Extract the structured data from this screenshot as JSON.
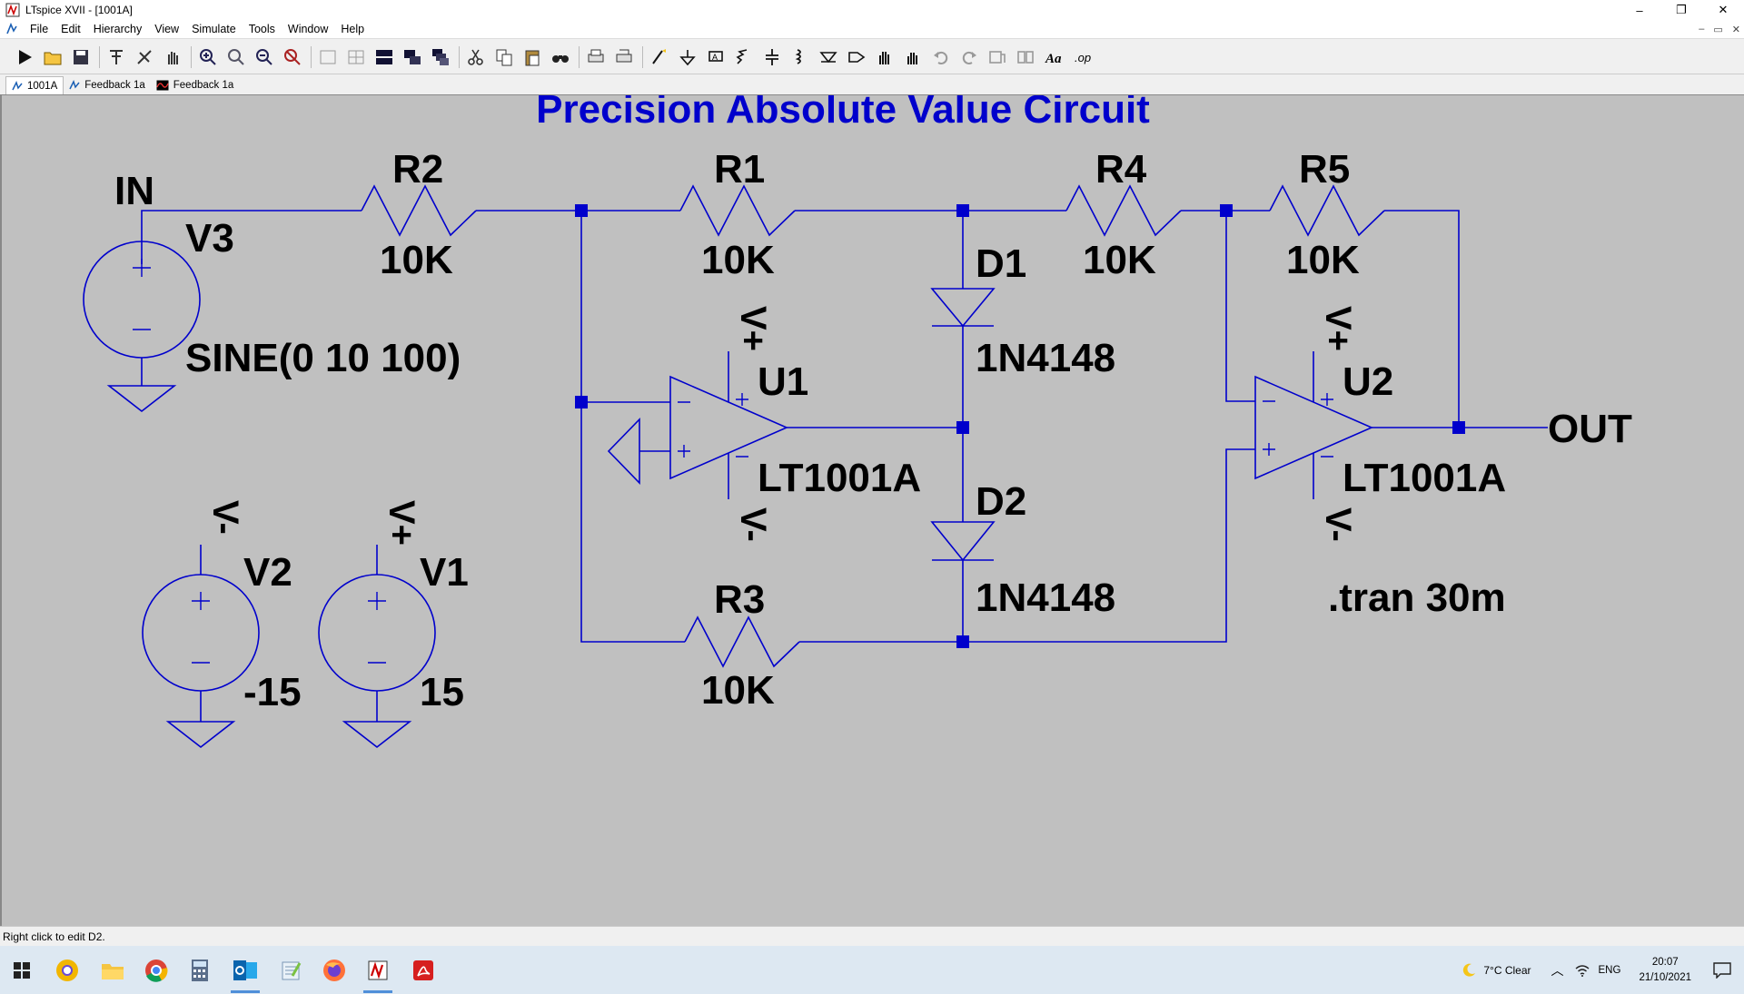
{
  "window": {
    "title": "LTspice XVII - [1001A]",
    "minimize": "–",
    "restore": "❐",
    "close": "✕"
  },
  "menu": [
    "File",
    "Edit",
    "Hierarchy",
    "View",
    "Simulate",
    "Tools",
    "Window",
    "Help"
  ],
  "mdi": {
    "minimize": "–",
    "restore": "▭",
    "close": "✕"
  },
  "toolbar": [
    "run-icon",
    "open-icon",
    "save-icon",
    "control-panel-icon",
    "halt-icon",
    "pan-icon",
    "zoom-in-icon",
    "zoom-area-icon",
    "zoom-out-icon",
    "zoom-fit-icon",
    "autorange-icon",
    "grid-icon",
    "tile-horizontal-icon",
    "tile-vertical-icon",
    "cascade-icon",
    "cut-icon",
    "copy-icon",
    "paste-icon",
    "find-icon",
    "print-icon",
    "print-preview-icon",
    "wire-icon",
    "ground-icon",
    "label-net-icon",
    "resistor-icon",
    "capacitor-icon",
    "inductor-icon",
    "diode-icon",
    "component-icon",
    "move-icon",
    "drag-icon",
    "undo-icon",
    "redo-icon",
    "rotate-icon",
    "mirror-icon",
    "text-icon",
    "spice-directive-icon"
  ],
  "tabs": [
    {
      "label": "1001A",
      "icon": "schematic-icon",
      "active": true
    },
    {
      "label": "Feedback 1a",
      "icon": "schematic-icon",
      "active": false
    },
    {
      "label": "Feedback 1a",
      "icon": "waveform-icon",
      "active": false
    }
  ],
  "schematic": {
    "title": "Precision Absolute Value Circuit",
    "labels": {
      "in_net": "IN",
      "out_net": "OUT",
      "V3_name": "V3",
      "V3_value": "SINE(0 10 100)",
      "V2_name": "V2",
      "V2_value": "-15",
      "V1_name": "V1",
      "V1_value": "15",
      "R1_name": "R1",
      "R1_value": "10K",
      "R2_name": "R2",
      "R2_value": "10K",
      "R3_name": "R3",
      "R3_value": "10K",
      "R4_name": "R4",
      "R4_value": "10K",
      "R5_name": "R5",
      "R5_value": "10K",
      "D1_name": "D1",
      "D1_value": "1N4148",
      "D2_name": "D2",
      "D2_value": "1N4148",
      "U1_name": "U1",
      "U1_value": "LT1001A",
      "U2_name": "U2",
      "U2_value": "LT1001A",
      "vplus": "V+",
      "vminus": "V-",
      "directive": ".tran 30m"
    },
    "colors": {
      "wire": "#0000cc",
      "text": "#000000",
      "title": "#0000cc",
      "background": "#c0c0c0"
    }
  },
  "status": {
    "text": "Right click to edit D2."
  },
  "taskbar": {
    "apps": [
      "windows-start-icon",
      "chrome-canary-icon",
      "file-explorer-icon",
      "chrome-icon",
      "calculator-icon",
      "outlook-icon",
      "notepad-icon",
      "firefox-icon",
      "ltspice-icon",
      "acrobat-icon"
    ],
    "weather": "7°C  Clear",
    "language": "ENG",
    "time": "20:07",
    "date": "21/10/2021"
  }
}
